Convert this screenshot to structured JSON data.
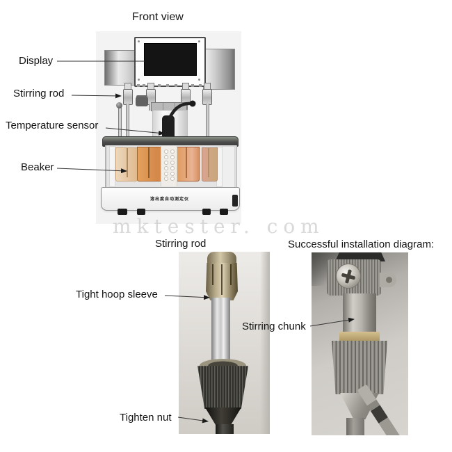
{
  "front_view": {
    "title": "Front view",
    "labels": {
      "display": "Display",
      "stirring_rod": "Stirring rod",
      "temperature_sensor": "Temperature sensor",
      "beaker": "Beaker"
    },
    "device_base_marking": "溶出度自动测定仪"
  },
  "watermark": "mktester. com",
  "stirring_rod_section": {
    "title": "Stirring rod",
    "labels": {
      "tight_hoop_sleeve": "Tight hoop sleeve",
      "tighten_nut": "Tighten nut"
    }
  },
  "installation_section": {
    "title": "Successful installation diagram:",
    "labels": {
      "stirring_chunk": "Stirring chunk"
    }
  }
}
